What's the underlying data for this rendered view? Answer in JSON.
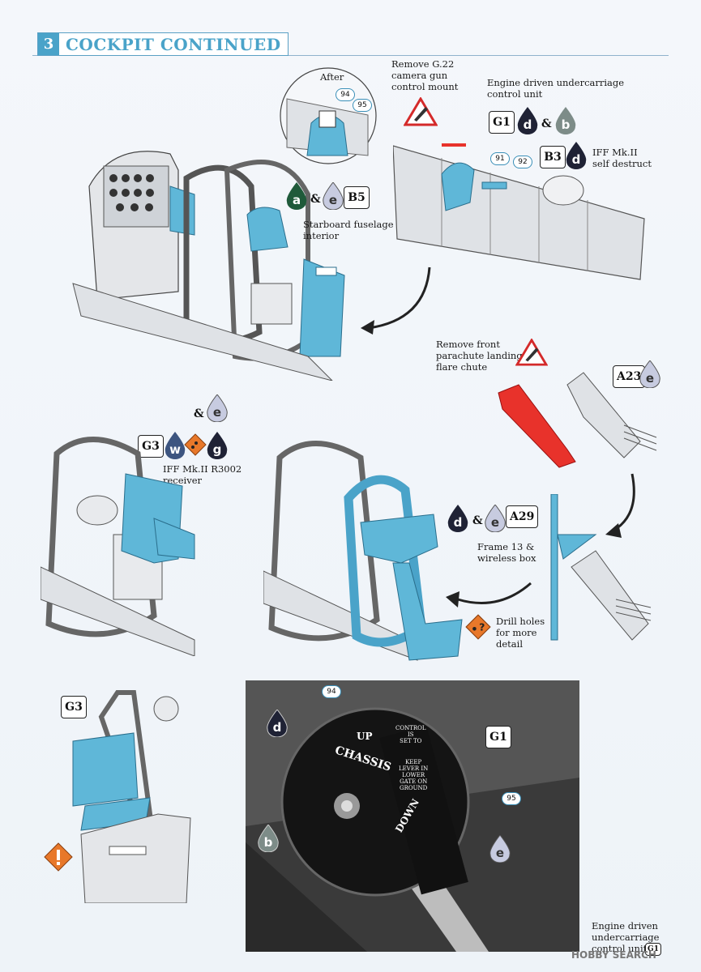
{
  "header": {
    "step_number": "3",
    "title": "COCKPIT CONTINUED"
  },
  "callouts": {
    "after": "After",
    "remove_g22": "Remove G.22\ncamera gun\ncontrol mount",
    "engine_unit": "Engine driven undercarriage\ncontrol unit",
    "iff_self_destruct": "IFF Mk.II\nself destruct",
    "starboard": "Starboard fuselage\ninterior",
    "remove_flare": "Remove front\nparachute landing\nflare chute",
    "iff_receiver": "IFF Mk.II R3002\nreceiver",
    "frame13": "Frame 13 &\nwireless box",
    "drill": "Drill holes\nfor more\ndetail",
    "photo_caption": "Engine driven\nundercarriage\ncontrol unit"
  },
  "parts": {
    "g1": "G1",
    "b3": "B3",
    "b5": "B5",
    "a23": "A23",
    "g3": "G3",
    "a29": "A29",
    "g3_bottom": "G3",
    "g1_photo": "G1",
    "g1_small": "G1",
    "n94": "94",
    "n95": "95",
    "n91": "91",
    "n92": "92",
    "n94_photo": "94",
    "n95_photo": "95"
  },
  "paints": {
    "d": "d",
    "b": "b",
    "a": "a",
    "e": "e",
    "w": "w",
    "g": "g"
  },
  "amp": "&",
  "warn_q": "?",
  "photo_text": {
    "up": "UP",
    "chassis": "CHASSIS",
    "down": "DOWN",
    "control": "CONTROL\nIS\nSET TO",
    "keep": "KEEP\nLEVER IN\nLOWER\nGATE ON\nGROUND"
  },
  "watermark": "HOBBY SEARCH",
  "colors": {
    "accent_blue": "#4aa3c9",
    "part_blue": "#5fb7d8",
    "red_removed": "#e8322b",
    "dark_paint": "#1f2235",
    "green_paint": "#1f5a3a",
    "orange_warn": "#e8782a"
  }
}
